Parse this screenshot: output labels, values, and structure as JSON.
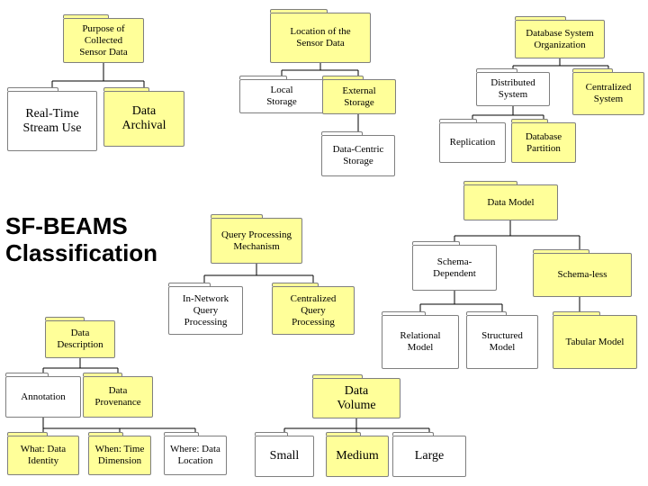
{
  "title": "SF-BEAMS\nClassification",
  "nodes": {
    "purpose": "Purpose of\nCollected\nSensor Data",
    "realtime": "Real-Time\nStream Use",
    "archival": "Data\nArchival",
    "location": "Location of the\nSensor Data",
    "local": "Local\nStorage",
    "external": "External\nStorage",
    "datacentric": "Data-Centric\nStorage",
    "dbsysorg": "Database System\nOrganization",
    "distributed": "Distributed\nSystem",
    "centralized_sys": "Centralized\nSystem",
    "replication": "Replication",
    "dbpartition": "Database\nPartition",
    "datamodel": "Data Model",
    "qpm": "Query Processing\nMechanism",
    "innetwork": "In-Network\nQuery\nProcessing",
    "centralizedqp": "Centralized\nQuery\nProcessing",
    "schemadep": "Schema-\nDependent",
    "schemaless": "Schema-less",
    "relational": "Relational\nModel",
    "structured": "Structured\nModel",
    "tabular": "Tabular Model",
    "datadesc": "Data\nDescription",
    "annotation": "Annotation",
    "provenance": "Data\nProvenance",
    "whatidentity": "What: Data\nIdentity",
    "whentime": "When: Time\nDimension",
    "whereloc": "Where: Data\nLocation",
    "datavolume": "Data\nVolume",
    "small": "Small",
    "medium": "Medium",
    "large": "Large"
  },
  "colors": {
    "fill_yellow": "#ffff99",
    "fill_white": "#ffffff",
    "border": "#7f7f7f",
    "line": "#000000"
  }
}
